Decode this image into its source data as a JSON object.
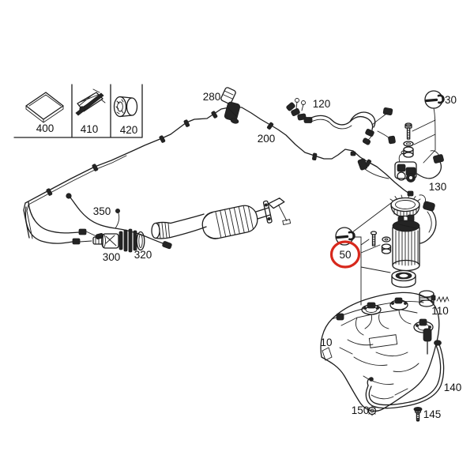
{
  "figure": {
    "type": "exploded-parts-diagram",
    "background": "#ffffff",
    "line_color": "#1d1d1d",
    "highlight_color": "#d7281c"
  },
  "icons": {
    "tool_symbol": "wrench-icon"
  },
  "labels": {
    "n10": "10",
    "n30": "30",
    "n50": "50",
    "n110": "110",
    "n120": "120",
    "n130": "130",
    "n140": "140",
    "n145": "145",
    "n150": "150",
    "n200": "200",
    "n280": "280",
    "n300": "300",
    "n320": "320",
    "n350": "350",
    "n400": "400",
    "n410": "410",
    "n420": "420"
  }
}
